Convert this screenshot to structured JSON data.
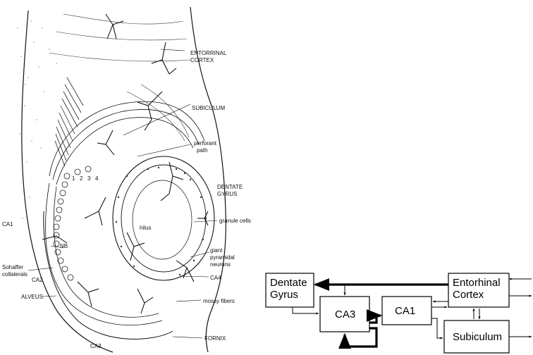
{
  "illustration": {
    "labels": {
      "entorhinal_1": "ENTORRINAL",
      "entorhinal_2": "CORTEX",
      "subiculum": "SUBICULUM",
      "perforant_1": "perforant",
      "perforant_2": "path",
      "dentate_1": "DENTATE",
      "dentate_2": "GYRUS",
      "granule": "granule cells",
      "ca1": "CA1",
      "hilus": "hilus",
      "giant_1": "giant",
      "giant_2": "pyramidal",
      "giant_3": "neurons",
      "nb": "NB",
      "schaffer_1": "Sohaffer",
      "schaffer_2": "collaterals",
      "ca4": "CA4",
      "ca2": "CA2",
      "mossy": "mossy fibers",
      "alveus": "ALVEUS",
      "fornix": "FORNIX",
      "ca3": "CA3",
      "n1": "1",
      "n2": "2",
      "n3": "3",
      "n4": "4"
    }
  },
  "block_diagram": {
    "dentate_1": "Dentate",
    "dentate_2": "Gyrus",
    "ca3": "CA3",
    "ca1": "CA1",
    "entorhinal_1": "Entorhinal",
    "entorhinal_2": "Cortex",
    "subiculum": "Subiculum"
  }
}
